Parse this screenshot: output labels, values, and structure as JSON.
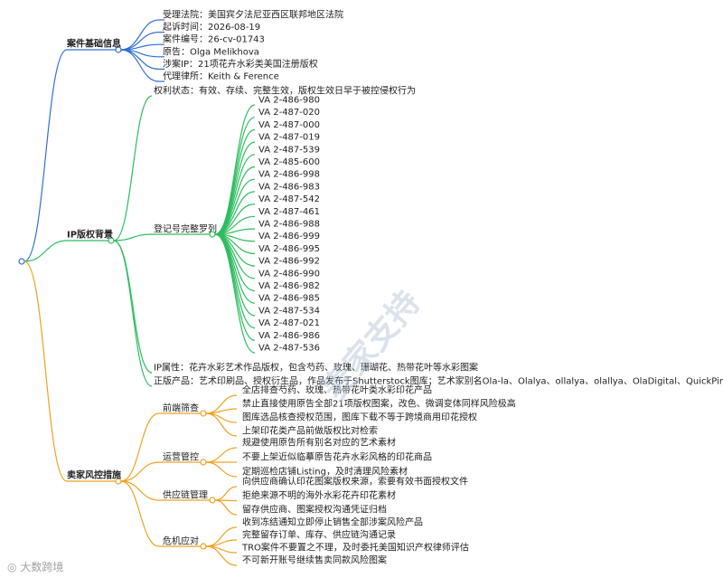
{
  "colors": {
    "blue": "#2f6fd6",
    "green": "#2ebd5f",
    "orange": "#f0a020",
    "watermark": "#aebfd4"
  },
  "watermark": "麦家支持",
  "logo_text": "大数跨境",
  "branches": [
    {
      "label": "案件基础信息",
      "color": "blue",
      "children": [
        "受理法院：美国宾夕法尼亚西区联邦地区法院",
        "起诉时间：2026-08-19",
        "案件编号：26-cv-01743",
        "原告：Olga Melikhova",
        "涉案IP：21项花卉水彩类美国注册版权",
        "代理律所：Keith & Ference"
      ]
    },
    {
      "label": "IP版权背景",
      "color": "green",
      "children": [
        {
          "label": "权利状态：有效、存续、完整生效，版权生效日早于被控侵权行为"
        },
        {
          "label": "登记号完整罗列",
          "children": [
            "VA 2-486-980",
            "VA 2-487-020",
            "VA 2-487-000",
            "VA 2-487-019",
            "VA 2-487-539",
            "VA 2-485-600",
            "VA 2-486-998",
            "VA 2-486-983",
            "VA 2-487-542",
            "VA 2-487-461",
            "VA 2-486-988",
            "VA 2-486-999",
            "VA 2-486-995",
            "VA 2-486-992",
            "VA 2-486-990",
            "VA 2-486-982",
            "VA 2-486-985",
            "VA 2-487-534",
            "VA 2-487-021",
            "VA 2-486-986",
            "VA 2-487-536"
          ]
        },
        {
          "label": "IP属性：花卉水彩艺术作品版权，包含芍药、玫瑰、珊瑚花、热带花叶等水彩图案"
        },
        {
          "label": "正版产品：艺术印刷品、授权衍生品，作品发布于Shutterstock图库；艺术家别名Ola-la、Olalya、ollalya、olallya、OlaDigital、QuickPink、wowtumbler"
        }
      ]
    },
    {
      "label": "卖家风控措施",
      "color": "orange",
      "children": [
        {
          "label": "前端筛查",
          "children": [
            "全店排查芍药、玫瑰、热带花叶类水彩印花产品",
            "禁止直接使用原告全部21项版权图案，改色、微调变体同样风险极高",
            "图库选品核查授权范围，图库下载不等于跨境商用印花授权",
            "上架印花类产品前做版权比对检索"
          ]
        },
        {
          "label": "运营管控",
          "children": [
            "规避使用原告所有别名对应的艺术素材",
            "不要上架近似临摹原告花卉水彩风格的印花商品",
            "定期巡检店铺Listing，及时清理风险素材"
          ]
        },
        {
          "label": "供应链管理",
          "children": [
            "向供应商确认印花图案版权来源，索要有效书面授权文件",
            "拒绝来源不明的海外水彩花卉印花素材",
            "留存供应商、图案授权沟通凭证归档"
          ]
        },
        {
          "label": "危机应对",
          "children": [
            "收到冻结通知立即停止销售全部涉案风险产品",
            "完整留存订单、库存、供应链沟通记录",
            "TRO案件不要置之不理，及时委托美国知识产权律师评估",
            "不可新开账号继续售卖同款风险图案"
          ]
        }
      ]
    }
  ]
}
